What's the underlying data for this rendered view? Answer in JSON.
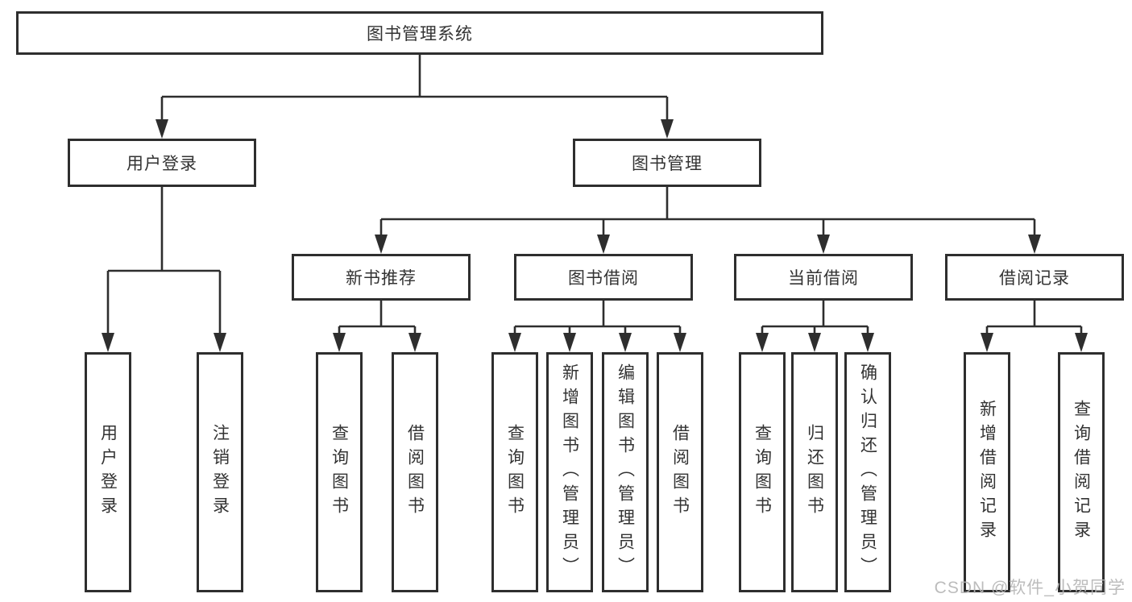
{
  "diagram": {
    "root": {
      "label": "图书管理系统"
    },
    "branches": [
      {
        "label": "用户登录",
        "children": [
          {
            "label": "用户登录"
          },
          {
            "label": "注销登录"
          }
        ]
      },
      {
        "label": "图书管理",
        "children": [
          {
            "label": "新书推荐",
            "children": [
              {
                "label": "查询图书"
              },
              {
                "label": "借阅图书"
              }
            ]
          },
          {
            "label": "图书借阅",
            "children": [
              {
                "label": "查询图书"
              },
              {
                "label": "新增图书（管理员）"
              },
              {
                "label": "编辑图书（管理员）"
              },
              {
                "label": "借阅图书"
              }
            ]
          },
          {
            "label": "当前借阅",
            "children": [
              {
                "label": "查询图书"
              },
              {
                "label": "归还图书"
              },
              {
                "label": "确认归还（管理员）"
              }
            ]
          },
          {
            "label": "借阅记录",
            "children": [
              {
                "label": "新增借阅记录"
              },
              {
                "label": "查询借阅记录"
              }
            ]
          }
        ]
      }
    ]
  },
  "watermark": {
    "text": "CSDN @软件_小贺同学"
  },
  "colors": {
    "line": "#2e2e2e",
    "box_border": "#2e2e2e",
    "box_bg": "#ffffff",
    "text": "#333333",
    "background": "#ffffff",
    "watermark": "#b5b5b5"
  }
}
